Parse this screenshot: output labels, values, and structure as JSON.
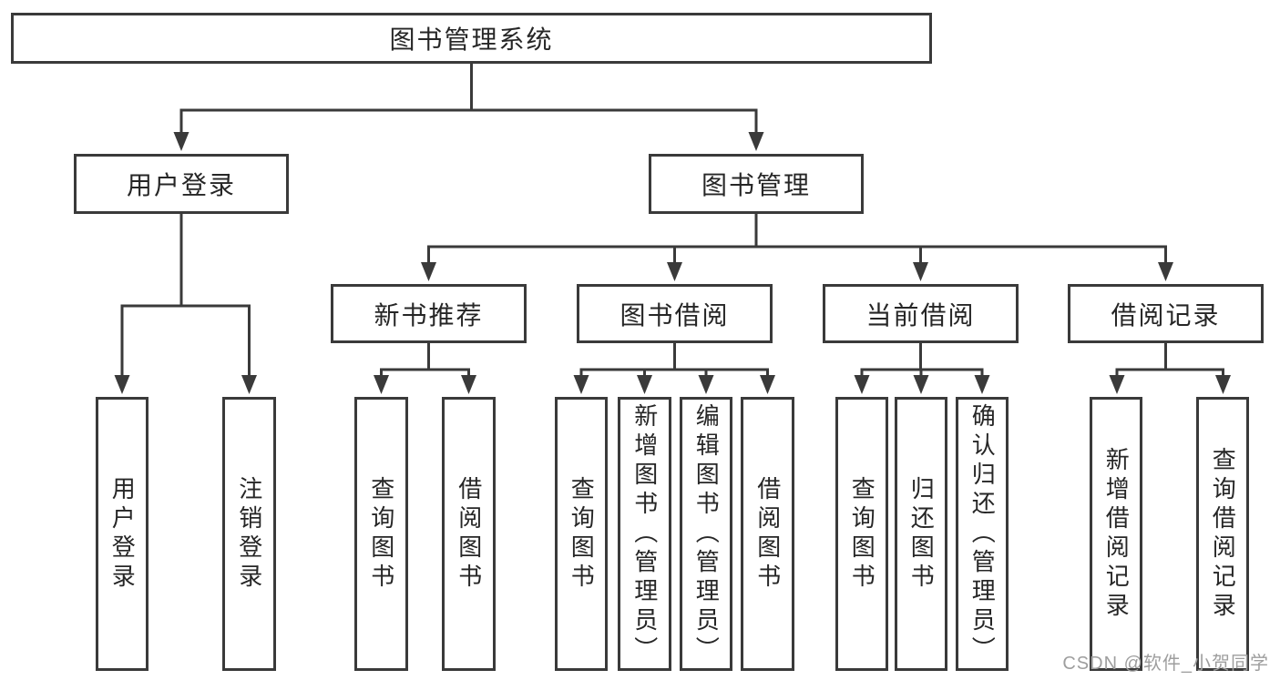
{
  "tree": {
    "root": "图书管理系统",
    "branches": [
      {
        "label": "用户登录",
        "children": [
          "用户登录",
          "注销登录"
        ]
      },
      {
        "label": "图书管理",
        "groups": [
          {
            "label": "新书推荐",
            "children": [
              "查询图书",
              "借阅图书"
            ]
          },
          {
            "label": "图书借阅",
            "children": [
              "查询图书",
              "新增图书（管理员）",
              "编辑图书（管理员）",
              "借阅图书"
            ]
          },
          {
            "label": "当前借阅",
            "children": [
              "查询图书",
              "归还图书",
              "确认归还（管理员）"
            ]
          },
          {
            "label": "借阅记录",
            "children": [
              "新增借阅记录",
              "查询借阅记录"
            ]
          }
        ]
      }
    ]
  },
  "watermark": "CSDN @软件_小贺同学",
  "colors": {
    "line": "#3a3a3a",
    "text": "#262626",
    "background": "#ffffff",
    "watermark": "#9e9e9e"
  }
}
